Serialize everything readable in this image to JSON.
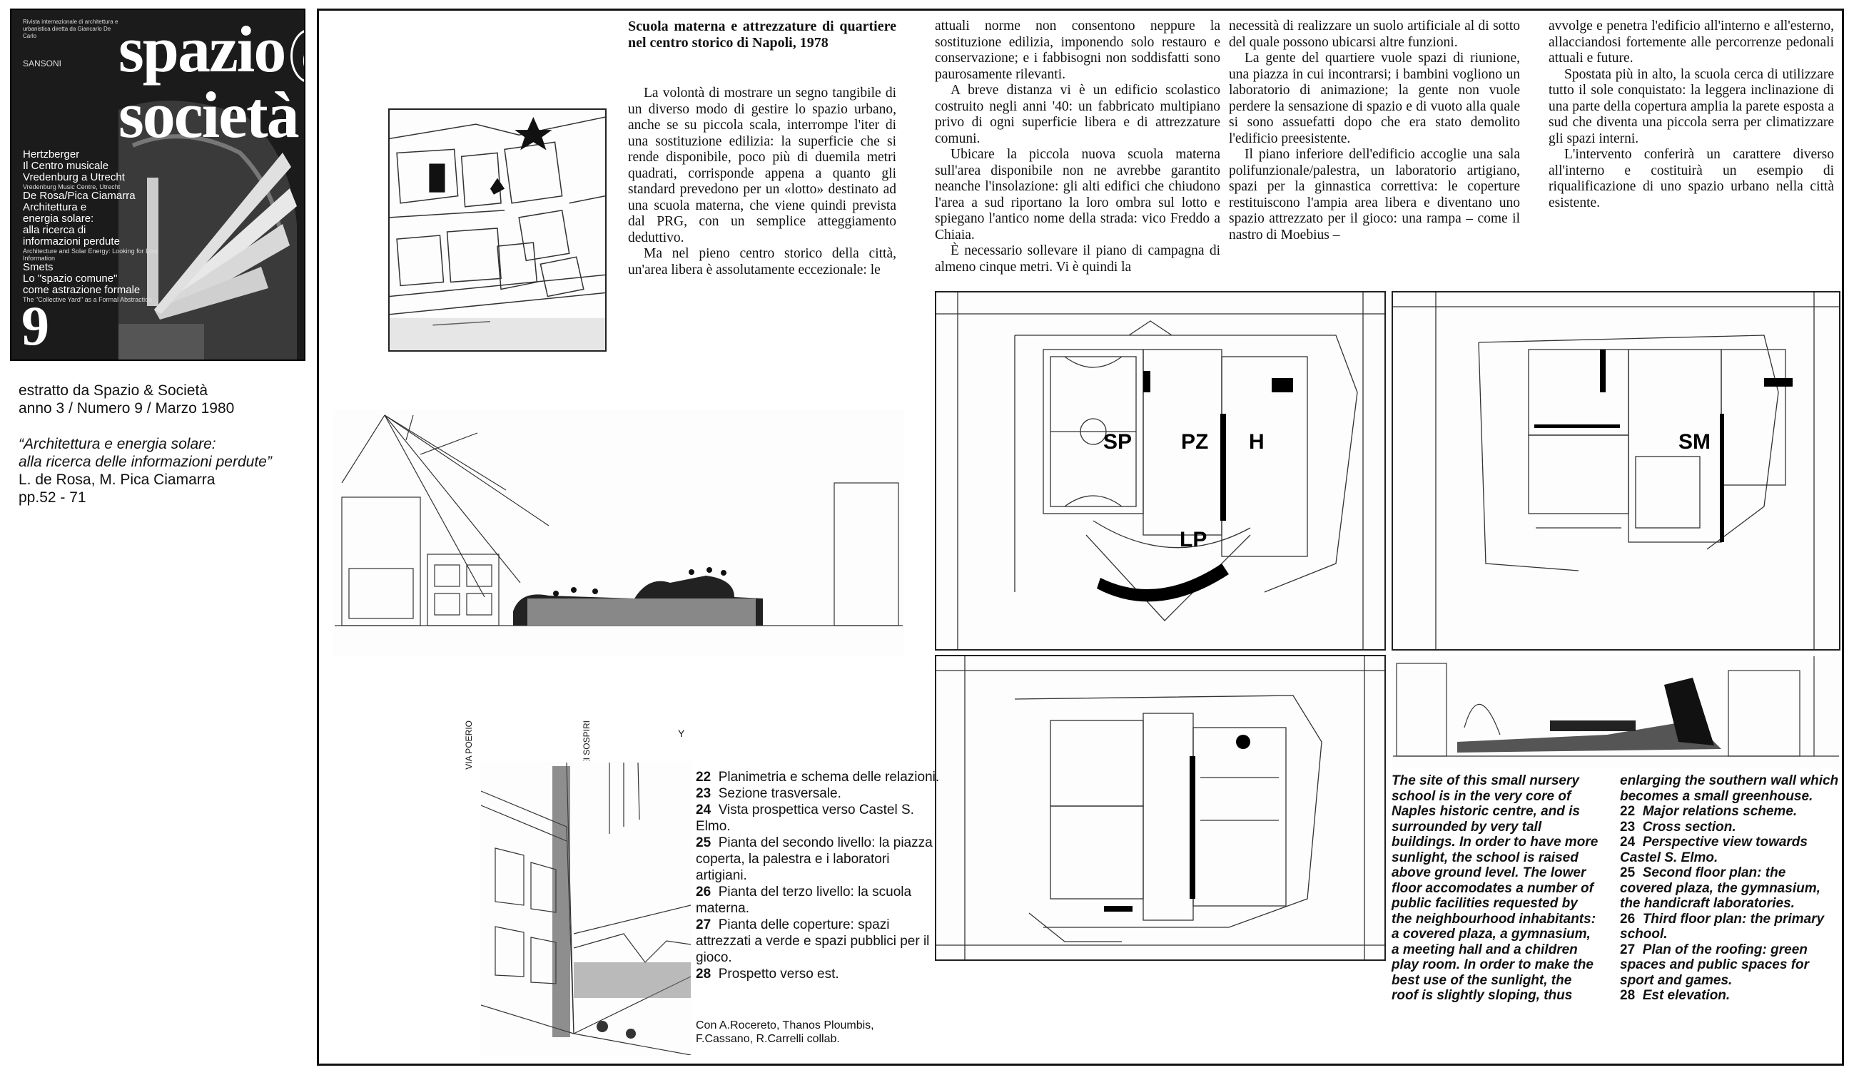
{
  "cover": {
    "small_text": "Rivista internazionale di architettura e urbanistica diretta da Giancarlo De Carlo",
    "publisher": "SANSONI",
    "logo_line1": "spazio",
    "logo_e": "e",
    "logo_line2": "società",
    "contents": [
      {
        "main": "Hertzberger",
        "sub": ""
      },
      {
        "main": "Il Centro musicale",
        "sub": ""
      },
      {
        "main": "Vredenburg a Utrecht",
        "sub": "Vredenburg Music Centre, Utrecht"
      },
      {
        "main": "De Rosa/Pica Ciamarra",
        "sub": ""
      },
      {
        "main": "Architettura e",
        "sub": ""
      },
      {
        "main": "energia solare:",
        "sub": ""
      },
      {
        "main": "alla ricerca di",
        "sub": ""
      },
      {
        "main": "informazioni perdute",
        "sub": "Architecture and Solar Energy: Looking for Lost Information"
      },
      {
        "main": "Smets",
        "sub": ""
      },
      {
        "main": "Lo \"spazio comune\"",
        "sub": ""
      },
      {
        "main": "come astrazione formale",
        "sub": "The \"Collective Yard\" as a Formal Abstraction"
      }
    ],
    "issue": "9"
  },
  "left_caption": {
    "line1": "estratto da Spazio & Società",
    "line2": "anno 3 / Numero 9 / Marzo 1980",
    "title1": "“Architettura e energia solare:",
    "title2": "alla ricerca delle informazioni perdute”",
    "authors": "L. de Rosa, M. Pica Ciamarra",
    "pages": "pp.52 - 71"
  },
  "article": {
    "title": "Scuola materna e attrezzature di quartiere nel centro storico di Napoli, 1978",
    "col1": [
      "La volontà di mostrare un segno tangibile di un diverso modo di gestire lo spazio urbano, anche se su piccola scala, interrompe l'iter di una sostituzione edilizia: la superficie che si rende disponibile, poco più di duemila metri quadrati, corrisponde appena a quanto gli standard prevedono per un «lotto» destinato ad una scuola materna, che viene quindi prevista dal PRG, con un semplice atteggiamento deduttivo.",
      "Ma nel pieno centro storico della città, un'area libera è assolutamente eccezionale: le"
    ],
    "col2": [
      "attuali norme non consentono neppure la sostituzione edilizia, imponendo solo restauro e conservazione; e i fabbisogni non soddisfatti sono paurosamente rilevanti.",
      "A breve distanza vi è un edificio scolastico costruito negli anni '40: un fabbricato multipiano privo di ogni superficie libera e di attrezzature comuni.",
      "Ubicare la piccola nuova scuola materna sull'area disponibile non ne avrebbe garantito neanche l'insolazione: gli alti edifici che chiudono l'area a sud riportano la loro ombra sul lotto e spiegano l'antico nome della strada: vico Freddo a Chiaia.",
      "È necessario sollevare il piano di campagna di almeno cinque metri. Vi è quindi la"
    ],
    "col3": [
      "necessità di realizzare un suolo artificiale al di sotto del quale possono ubicarsi altre funzioni.",
      "La gente del quartiere vuole spazi di riunione, una piazza in cui incontrarsi; i bambini vogliono un laboratorio di animazione; la gente non vuole perdere la sensazione di spazio e di vuoto alla quale si sono assuefatti dopo che era stato demolito l'edificio preesistente.",
      "Il piano inferiore dell'edificio accoglie una sala polifunzionale/palestra, un laboratorio artigiano, spazi per la ginnastica correttiva: le coperture restituiscono l'ampia area libera e diventano uno spazio attrezzato per il gioco: una rampa – come il nastro di Moebius –"
    ],
    "col4": [
      "avvolge e penetra l'edificio all'interno e all'esterno, allacciandosi fortemente alle percorrenze pedonali attuali e future.",
      "Spostata più in alto, la scuola cerca di utilizzare tutto il sole conquistato: la leggera inclinazione di una parte della copertura amplia la parete esposta a sud che diventa una piccola serra per climatizzare gli spazi interni.",
      "L'intervento conferirà un carattere diverso all'interno e costituirà un esempio di riqualificazione di uno spazio urbano nella città esistente."
    ]
  },
  "plan_labels": {
    "sp": "SP",
    "pz": "PZ",
    "h": "H",
    "lp": "LP",
    "sm": "SM"
  },
  "section_labels": {
    "street1": "VIA POERIO",
    "street2": "VICO DEI SOSPIRI",
    "y": "Y"
  },
  "captions_it": [
    {
      "num": "22",
      "text": "Planimetria e schema delle relazioni."
    },
    {
      "num": "23",
      "text": "Sezione trasversale."
    },
    {
      "num": "24",
      "text": "Vista prospettica verso Castel S. Elmo."
    },
    {
      "num": "25",
      "text": "Pianta del secondo livello: la piazza coperta, la palestra e i laboratori artigiani."
    },
    {
      "num": "26",
      "text": "Pianta del terzo livello: la scuola materna."
    },
    {
      "num": "27",
      "text": "Pianta delle coperture: spazi attrezzati a verde e spazi pubblici per il gioco."
    },
    {
      "num": "28",
      "text": "Prospetto verso est."
    }
  ],
  "collab": {
    "line1": "Con A.Rocereto, Thanos Ploumbis,",
    "line2": "F.Cassano, R.Carrelli collab."
  },
  "caption_en_intro": "The site of this small nursery school is in the very core of Naples historic centre, and is surrounded by very tall buildings. In order to have more sunlight, the school is raised above ground level. The lower floor accomodates a number of public facilities requested by the neighbourhood inhabitants: a covered plaza, a gymnasium, a meeting hall and a children play room. In order to make the best use of the sunlight, the roof is slightly sloping, thus",
  "caption_en_cont": "enlarging the southern wall which becomes a small greenhouse.",
  "captions_en": [
    {
      "num": "22",
      "text": "Major relations scheme."
    },
    {
      "num": "23",
      "text": "Cross section."
    },
    {
      "num": "24",
      "text": "Perspective view towards Castel S. Elmo."
    },
    {
      "num": "25",
      "text": "Second floor plan: the covered plaza, the gymnasium, the handicraft laboratories."
    },
    {
      "num": "26",
      "text": "Third floor plan: the primary school."
    },
    {
      "num": "27",
      "text": "Plan of the roofing: green spaces and public spaces for sport and games."
    },
    {
      "num": "28",
      "text": "Est elevation."
    }
  ]
}
